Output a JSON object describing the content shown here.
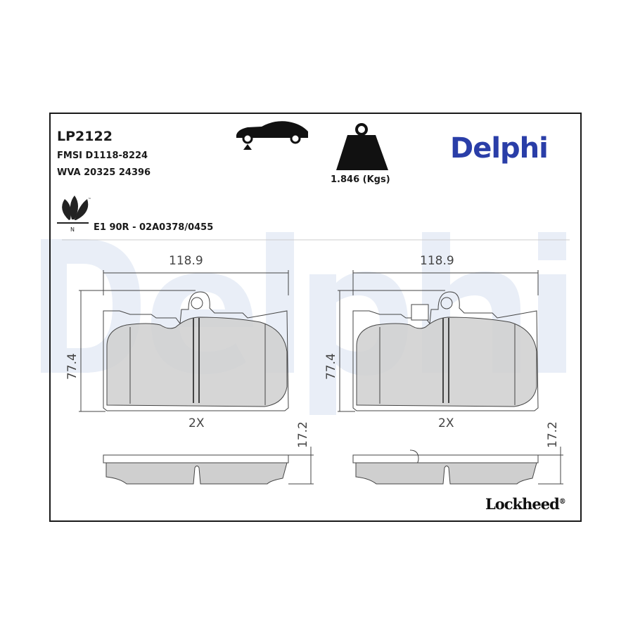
{
  "product": {
    "part_number": "LP2122",
    "fmsi": "FMSI D1118-8224",
    "wva": "WVA 20325 24396",
    "approval": "E1 90R - 02A0378/0455",
    "weight": "1.846 (Kgs)",
    "eco_mark_letter": "N",
    "eco_mark_tm": "™"
  },
  "brand": {
    "name": "Delphi",
    "color": "#2a3ea8",
    "watermark": "Delphi",
    "sub_brand": "Lockheed",
    "registered": "®"
  },
  "icons": [
    "car-axle-position-icon",
    "weight-icon",
    "eco-leaf-icon"
  ],
  "dimensions": {
    "left": {
      "width": "118.9",
      "height": "77.4",
      "quantity": "2X",
      "thickness": "17.2"
    },
    "right": {
      "width": "118.9",
      "height": "77.4",
      "quantity": "2X",
      "thickness": "17.2"
    }
  },
  "colors": {
    "pad_fill": "#cfcfcf",
    "watermark": "#e6ecf6",
    "line": "#555555"
  }
}
